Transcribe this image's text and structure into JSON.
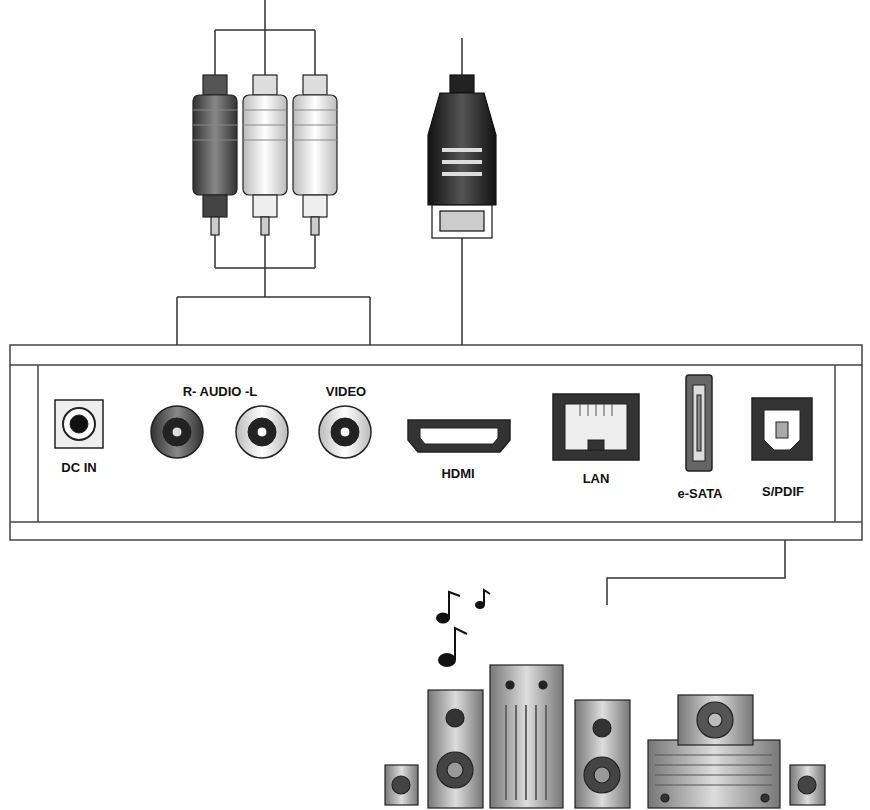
{
  "diagram": {
    "labels": [
      "DC IN",
      "R- AUDIO -L",
      "VIDEO",
      "HDMI",
      "LAN",
      "e-SATA",
      "S/PDIF"
    ]
  }
}
